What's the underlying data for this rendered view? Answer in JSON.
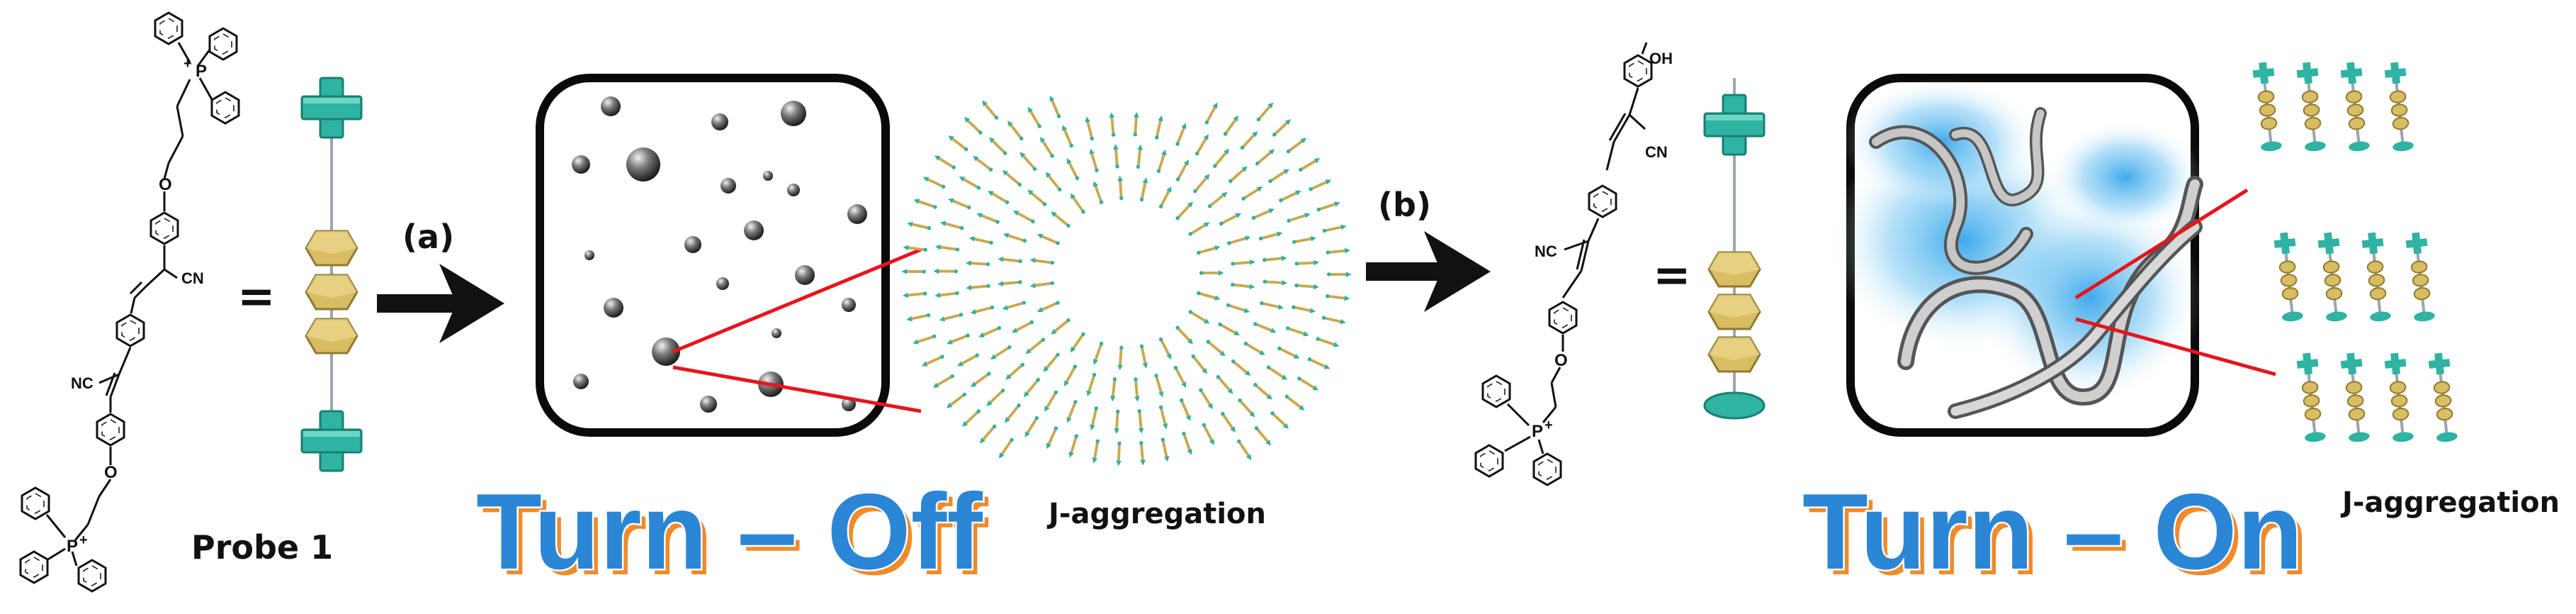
{
  "labels": {
    "probe": "Probe 1",
    "step_a": "(a)",
    "step_b": "(b)",
    "equals_1": "=",
    "equals_2": "=",
    "turn_off": "Turn – Off",
    "turn_on": "Turn – On",
    "jagg_1": "J-aggregation",
    "jagg_2": "J-aggregation"
  },
  "atoms": {
    "cn": "CN",
    "nc": "NC",
    "o": "O",
    "p": "P",
    "plus": "+",
    "oh": "OH"
  },
  "colors": {
    "teal": "#2fb3a2",
    "gold": "#d9bd62",
    "glow": "#2aa6ea",
    "turn_fill": "#2b86d6",
    "turn_outline": "#f08a2a",
    "red_line": "#e8141b"
  }
}
